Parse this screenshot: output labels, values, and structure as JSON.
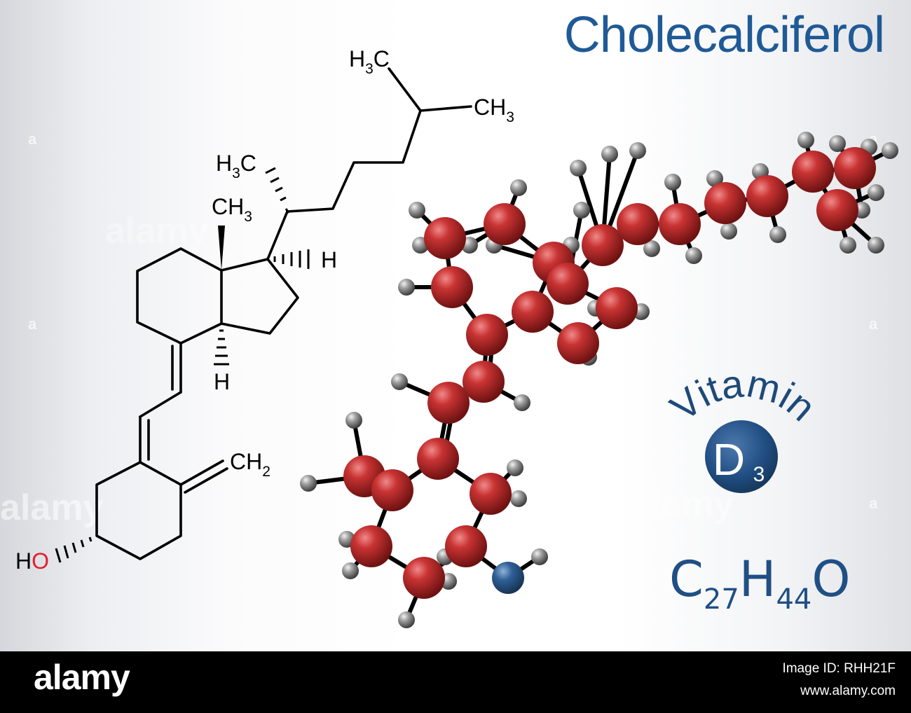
{
  "title": "Cholecalciferol",
  "badge": {
    "arc_text": "Vitamin",
    "letter": "D",
    "subscript": "3",
    "color": "#1d4a7a"
  },
  "formula": {
    "c": "C",
    "c_count": "27",
    "h": "H",
    "h_count": "44",
    "o": "O"
  },
  "structure_labels": {
    "methyl_top": {
      "main": "H",
      "sub": "3",
      "rest": "C"
    },
    "methyl_right": {
      "main": "CH",
      "sub": "3"
    },
    "methyl_branch": {
      "main": "H",
      "sub": "3",
      "rest": "C"
    },
    "methyl_angular": {
      "main": "CH",
      "sub": "3"
    },
    "h_right": "H",
    "h_bottom": "H",
    "methylene": {
      "main": "CH",
      "sub": "2"
    },
    "hydroxyl_h": "H",
    "hydroxyl_o": "O"
  },
  "colors": {
    "title": "#1f5a96",
    "formula": "#1f4f85",
    "carbon_atom": "#b52a2a",
    "hydrogen_atom": "#9a9a9a",
    "oxygen_atom": "#2b5a8c",
    "hydroxyl_o": "#e0202b"
  },
  "watermark": {
    "brand": "alamy",
    "mark": "a"
  },
  "footer": {
    "brand": "alamy",
    "image_id": "Image ID: RHH21F",
    "url": "www.alamy.com"
  }
}
